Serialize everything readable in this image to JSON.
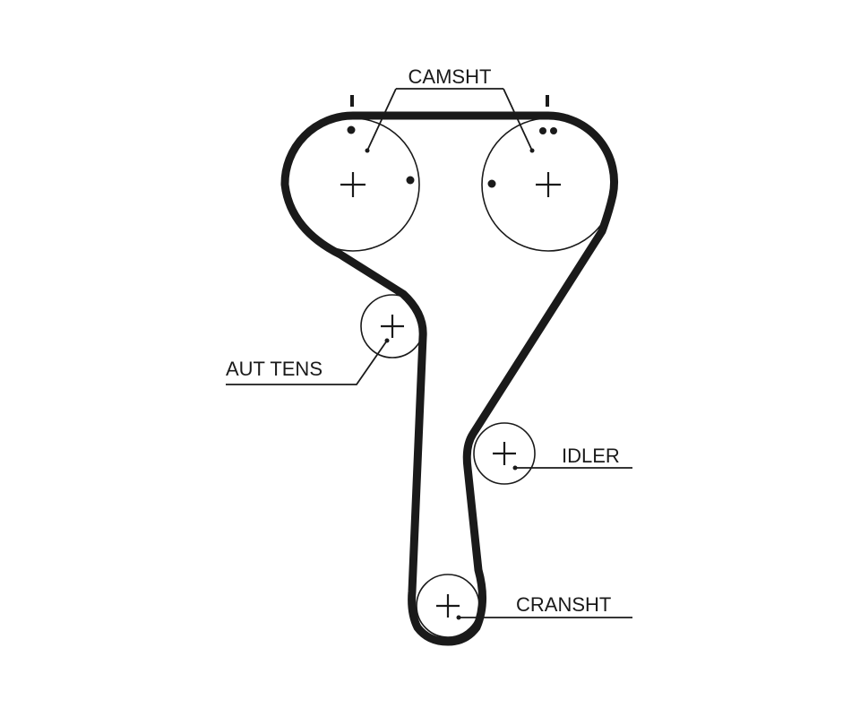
{
  "labels": {
    "camshaft": "CAMSHT",
    "auto_tensioner": "AUT TENS",
    "idler": "IDLER",
    "crankshaft": "CRANSHT"
  },
  "colors": {
    "ink": "#1a1a1a",
    "background": "#ffffff"
  }
}
